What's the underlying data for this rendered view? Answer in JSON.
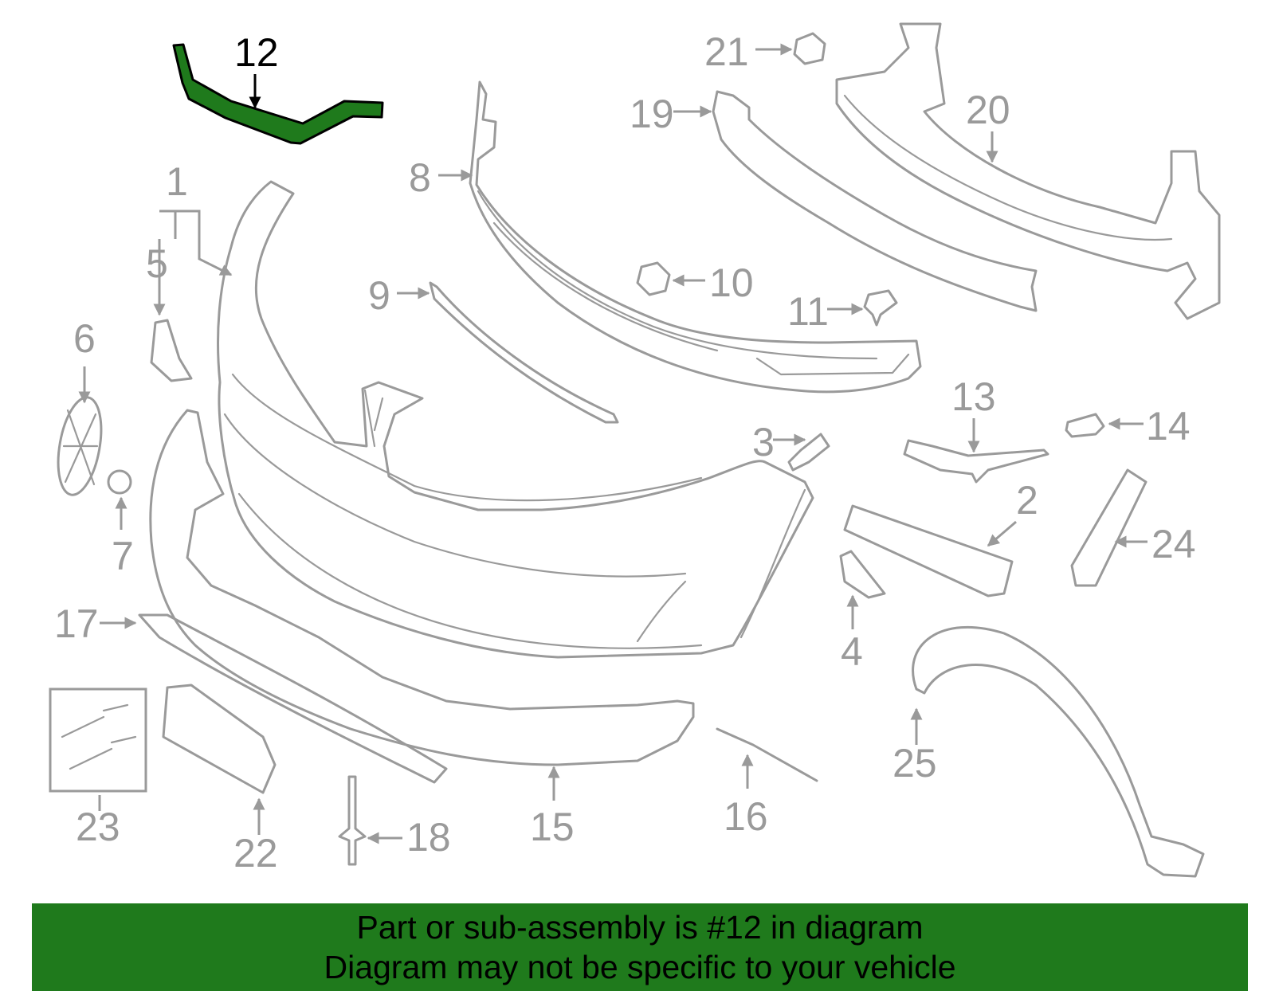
{
  "colors": {
    "highlight": "#1f7a1c",
    "banner": "#1f7a1c",
    "part_stroke": "#9a9a9a",
    "label_text": "#9a9a9a",
    "highlight_label": "#000000"
  },
  "highlighted_part": "12",
  "callouts": [
    {
      "id": "1",
      "label": "1"
    },
    {
      "id": "2",
      "label": "2"
    },
    {
      "id": "3",
      "label": "3"
    },
    {
      "id": "4",
      "label": "4"
    },
    {
      "id": "5",
      "label": "5"
    },
    {
      "id": "6",
      "label": "6"
    },
    {
      "id": "7",
      "label": "7"
    },
    {
      "id": "8",
      "label": "8"
    },
    {
      "id": "9",
      "label": "9"
    },
    {
      "id": "10",
      "label": "10"
    },
    {
      "id": "11",
      "label": "11"
    },
    {
      "id": "12",
      "label": "12"
    },
    {
      "id": "13",
      "label": "13"
    },
    {
      "id": "14",
      "label": "14"
    },
    {
      "id": "15",
      "label": "15"
    },
    {
      "id": "16",
      "label": "16"
    },
    {
      "id": "17",
      "label": "17"
    },
    {
      "id": "18",
      "label": "18"
    },
    {
      "id": "19",
      "label": "19"
    },
    {
      "id": "20",
      "label": "20"
    },
    {
      "id": "21",
      "label": "21"
    },
    {
      "id": "22",
      "label": "22"
    },
    {
      "id": "23",
      "label": "23"
    },
    {
      "id": "24",
      "label": "24"
    },
    {
      "id": "25",
      "label": "25"
    }
  ],
  "banner": {
    "line1": "Part or sub-assembly is #12 in diagram",
    "line2": "Diagram may not be specific to your vehicle"
  }
}
